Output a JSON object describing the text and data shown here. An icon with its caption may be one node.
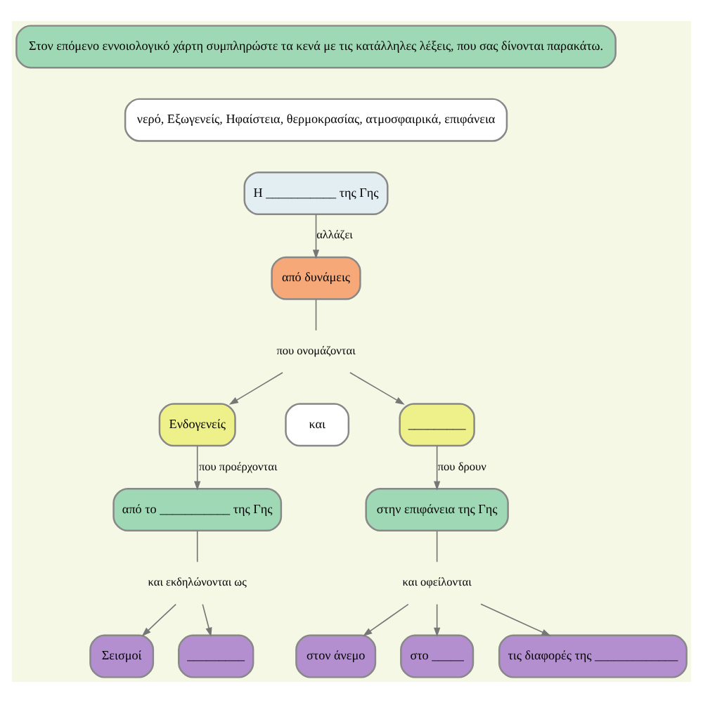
{
  "diagram": {
    "nodes": [
      {
        "text": [
          "Στον επόμενο εννοιολογικό χάρτη συμπληρώστε τα κενά με τις κατάλληλες λέξεις, που σας δίνονται παρακάτω."
        ]
      },
      {
        "text": [
          "νερό, Εξωγενείς, Ηφαίστεια, θερμοκρασίας, ατμοσφαιρικά, επιφάνεια"
        ]
      },
      {
        "text": [
          "Η ___________ της Γης"
        ]
      },
      {
        "text": [
          "από δυνάμεις"
        ]
      },
      {
        "text": [
          "που ονομάζονται"
        ]
      },
      {
        "text": [
          "Ενδογενείς"
        ]
      },
      {
        "text": [
          "και"
        ]
      },
      {
        "text": [
          "_________"
        ]
      },
      {
        "text": [
          "από το ___________ της Γης"
        ]
      },
      {
        "text": [
          "στην επιφάνεια της Γης"
        ]
      },
      {
        "text": [
          "και εκδηλώνονται ως"
        ]
      },
      {
        "text": [
          "Σεισμοί"
        ]
      },
      {
        "text": [
          "_________"
        ]
      },
      {
        "text": [
          "και οφείλονται"
        ]
      },
      {
        "text": [
          "στον άνεμο"
        ]
      },
      {
        "text": [
          "στο _____"
        ]
      },
      {
        "text": [
          "τις διαφορές της _____________"
        ]
      }
    ],
    "edges": [
      {
        "from": 2,
        "to": 3,
        "arrow": "to",
        "label": "αλλάζει"
      },
      {
        "from": 3,
        "to": 4,
        "arrow": "none"
      },
      {
        "from": 4,
        "to": 5,
        "arrow": "to"
      },
      {
        "from": 4,
        "to": 7,
        "arrow": "to"
      },
      {
        "from": 5,
        "to": 8,
        "arrow": "to",
        "label": "που προέρχονται"
      },
      {
        "from": 7,
        "to": 9,
        "arrow": "to",
        "label": "που δρουν"
      },
      {
        "from": 8,
        "to": 10,
        "arrow": "none"
      },
      {
        "from": 10,
        "to": 11,
        "arrow": "to"
      },
      {
        "from": 10,
        "to": 12,
        "arrow": "to"
      },
      {
        "from": 9,
        "to": 13,
        "arrow": "none"
      },
      {
        "from": 13,
        "to": 14,
        "arrow": "to"
      },
      {
        "from": 13,
        "to": 15,
        "arrow": "to"
      },
      {
        "from": 13,
        "to": 16,
        "arrow": "to"
      }
    ]
  }
}
